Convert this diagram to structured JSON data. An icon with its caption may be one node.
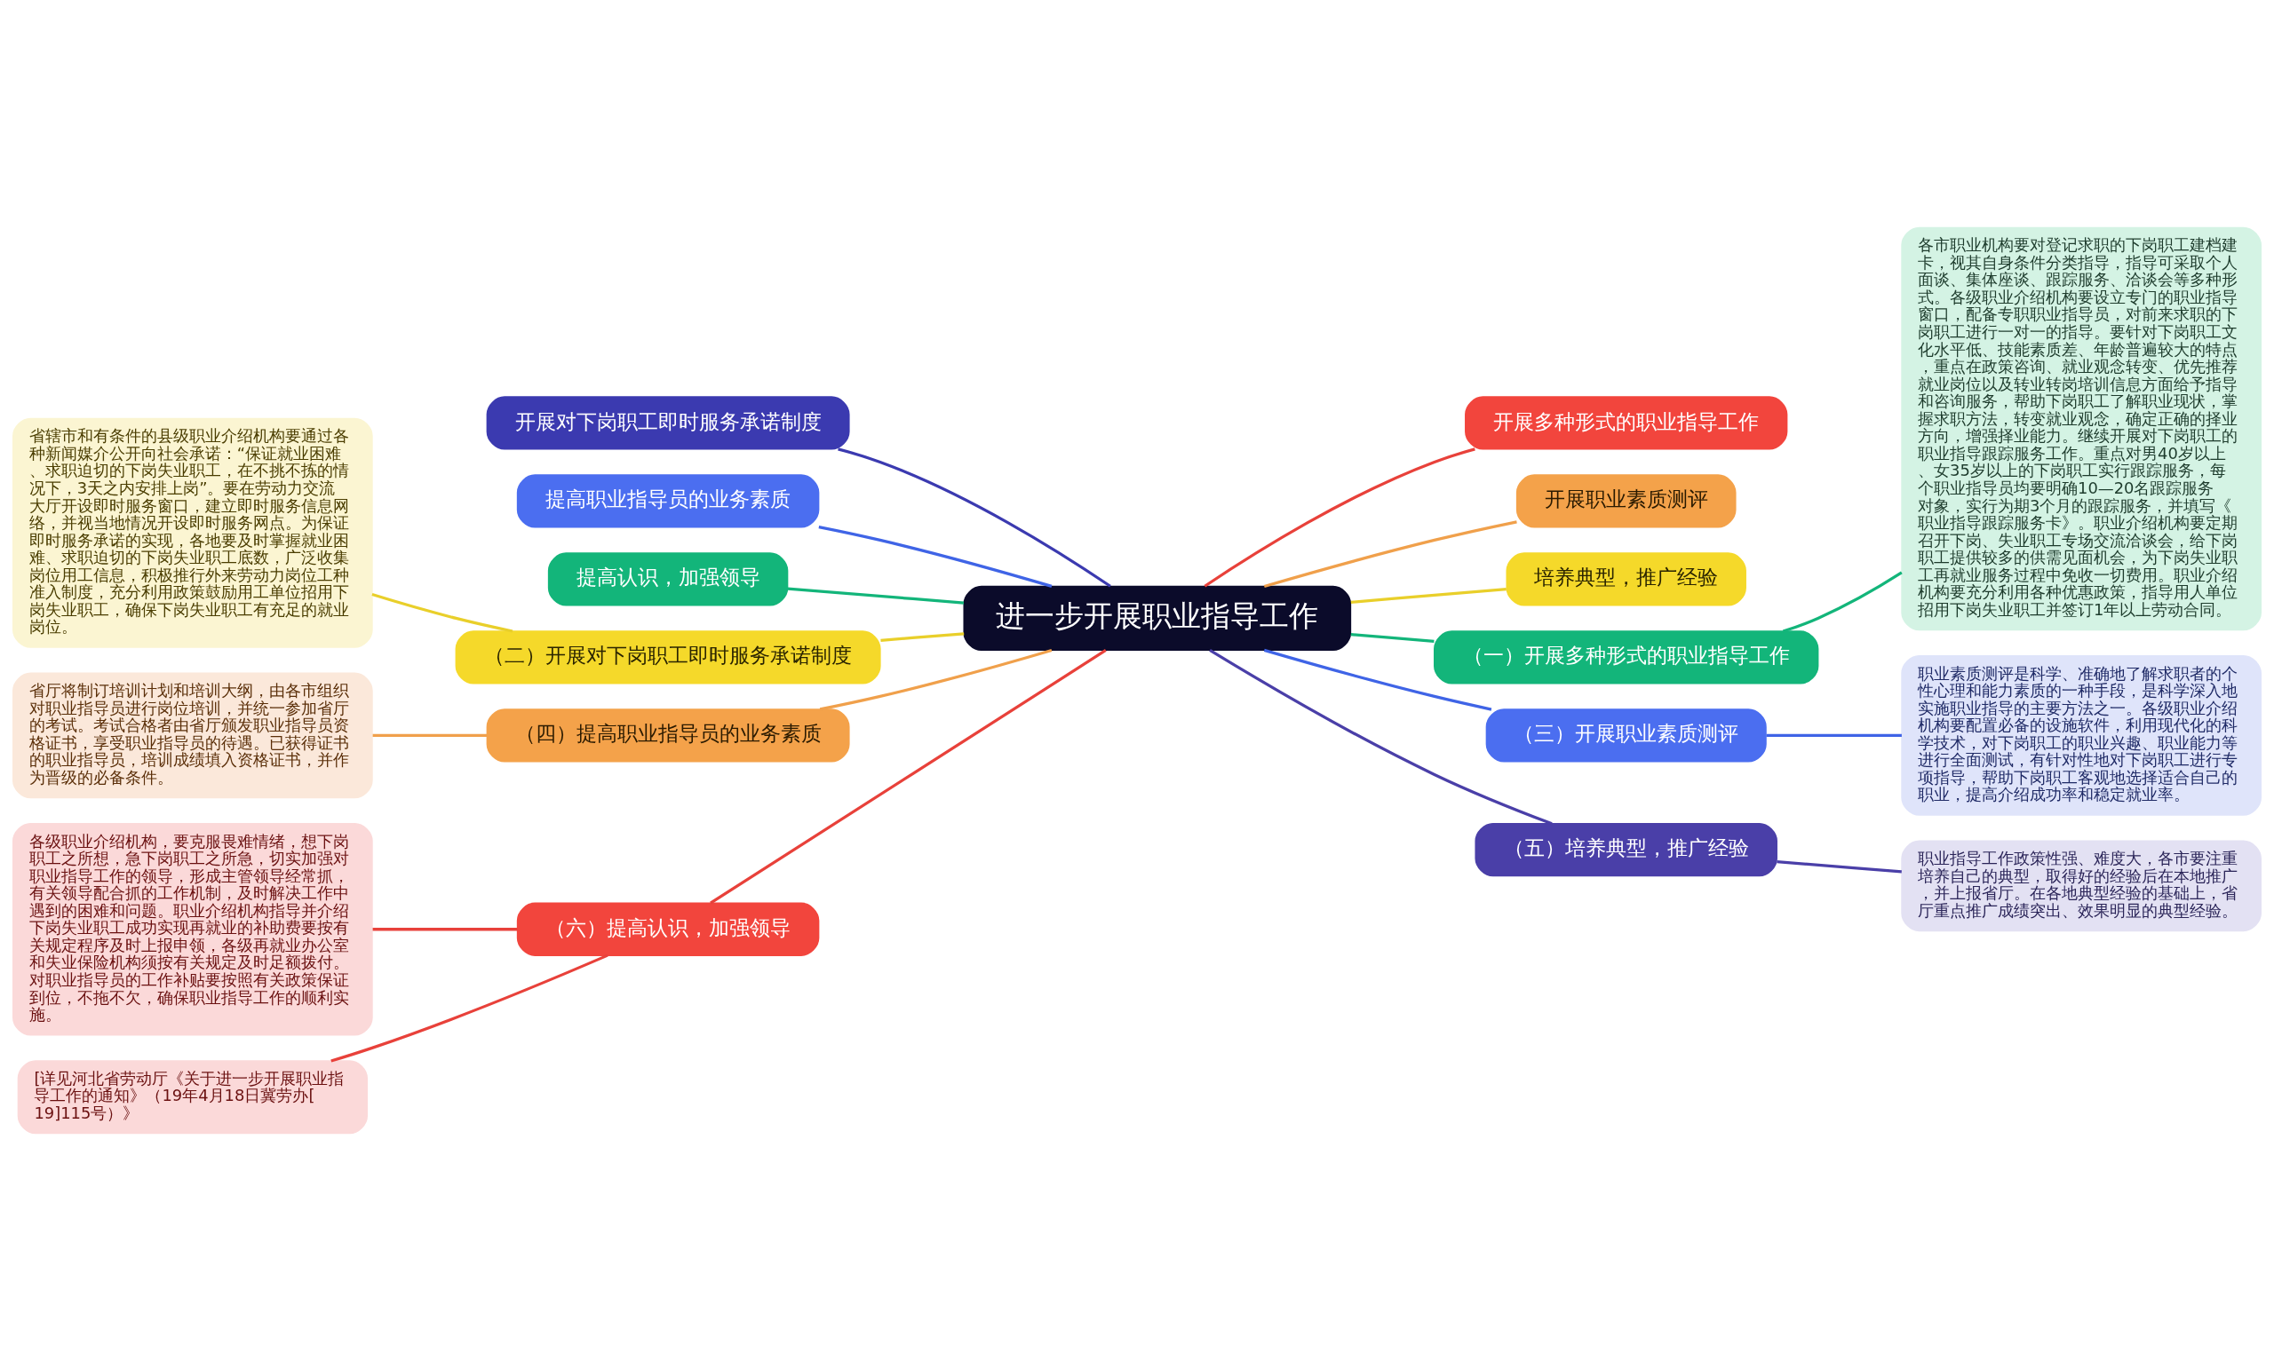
{
  "diagram": {
    "nodes": [
      {
        "text": [
          "进一步开展职业指导工作"
        ]
      },
      {
        "text": [
          "开展多种形式的职业指导工作"
        ]
      },
      {
        "text": [
          "开展职业素质测评"
        ]
      },
      {
        "text": [
          "培养典型，推广经验"
        ]
      },
      {
        "text": [
          "（一）开展多种形式的职业指导工作"
        ]
      },
      {
        "text": [
          "各市职业机构要对登记求职的下岗职工建档建卡，视其自身条件分类指导，指导可采取个人面谈、集体座谈、跟踪服务、洽谈会等多种形式。各级职业介绍机构要设立专门的职业指导窗口，配备专职职业指导员，对前来求职的下岗职工进行一对一的指导。要针对下岗职工文化水平低、技能素质差、年龄普遍较大的特点，重点在政策咨询、就业观念转变、优先推荐就业岗位以及转业转岗培训信息方面给予指导和咨询服务，帮助下岗职工了解职业现状，掌握求职方法，转变就业观念，确定正确的择业方向，增强择业能力。继续开展对下岗职工的职业指导跟踪服务工作。重点对男40岁以上、女35岁以上的下岗职工实行跟踪服务，每个职业指导员均要明确10—20名跟踪服务对象，实行为期3个月的跟踪服务，并填写《职业指导跟踪服务卡》。职业介绍机构要定期召开下岗、失业职工专场交流洽谈会，给下岗职工提供较多的供需见面机会，为下岗失业职工再就业服务过程中免收一切费用。职业介绍机构要充分利用各种优惠政策，指导用人单位招用下岗失业职工并签订1年以上劳动合同。"
        ]
      },
      {
        "text": [
          "（三）开展职业素质测评"
        ]
      },
      {
        "text": [
          "职业素质测评是科学、准确地了解求职者的个性心理和能力素质的一种手段，是科学深入地实施职业指导的主要方法之一。各级职业介绍机构要配置必备的设施软件，利用现代化的科学技术，对下岗职工的职业兴趣、职业能力等进行全面测试，有针对性地对下岗职工进行专项指导，帮助下岗职工客观地选择适合自己的职业，提高介绍成功率和稳定就业率。"
        ]
      },
      {
        "text": [
          "（五）培养典型，推广经验"
        ]
      },
      {
        "text": [
          "职业指导工作政策性强、难度大，各市要注重培养自己的典型，取得好的经验后在本地推广，并上报省厅。在各地典型经验的基础上，省厅重点推广成绩突出、效果明显的典型经验。"
        ]
      },
      {
        "text": [
          "开展对下岗职工即时服务承诺制度"
        ]
      },
      {
        "text": [
          "提高职业指导员的业务素质"
        ]
      },
      {
        "text": [
          "提高认识，加强领导"
        ]
      },
      {
        "text": [
          "（二）开展对下岗职工即时服务承诺制度"
        ]
      },
      {
        "text": [
          "省辖市和有条件的县级职业介绍机构要通过各种新闻媒介公开向社会承诺：“保证就业困难、求职迫切的下岗失业职工，在不挑不拣的情况下，3天之内安排上岗”。要在劳动力交流大厅开设即时服务窗口，建立即时服务信息网络，并视当地情况开设即时服务网点。为保证即时服务承诺的实现，各地要及时掌握就业困难、求职迫切的下岗失业职工底数，广泛收集岗位用工信息，积极推行外来劳动力岗位工种准入制度，充分利用政策鼓励用工单位招用下岗失业职工，确保下岗失业职工有充足的就业岗位。"
        ]
      },
      {
        "text": [
          "（四）提高职业指导员的业务素质"
        ]
      },
      {
        "text": [
          "省厅将制订培训计划和培训大纲，由各市组织对职业指导员进行岗位培训，并统一参加省厅的考试。考试合格者由省厅颁发职业指导员资格证书，享受职业指导员的待遇。已获得证书的职业指导员，培训成绩填入资格证书，并作为晋级的必备条件。"
        ]
      },
      {
        "text": [
          "（六）提高认识，加强领导"
        ]
      },
      {
        "text": [
          "各级职业介绍机构，要克服畏难情绪，想下岗职工之所想，急下岗职工之所急，切实加强对职业指导工作的领导，形成主管领导经常抓，有关领导配合抓的工作机制，及时解决工作中遇到的困难和问题。职业介绍机构指导并介绍下岗失业职工成功实现再就业的补助费要按有关规定程序及时上报申领，各级再就业办公室和失业保险机构须按有关规定及时足额拨付。对职业指导员的工作补贴要按照有关政策保证到位，不拖不欠，确保职业指导工作的顺利实施。"
        ]
      },
      {
        "text": [
          "[详见河北省劳动厅《关于进一步开展职业指导工作的通知》（19年4月18日冀劳办[19]115号）》"
        ]
      }
    ],
    "edges": [
      {
        "from": 0,
        "to": 1,
        "arrow": "none",
        "color": "#e8413a"
      },
      {
        "from": 0,
        "to": 2,
        "arrow": "none",
        "color": "#f0a04b"
      },
      {
        "from": 0,
        "to": 3,
        "arrow": "none",
        "color": "#e9cf2a"
      },
      {
        "from": 0,
        "to": 4,
        "arrow": "none",
        "color": "#13b57a"
      },
      {
        "from": 4,
        "to": 5,
        "arrow": "none",
        "color": "#13b57a"
      },
      {
        "from": 0,
        "to": 6,
        "arrow": "none",
        "color": "#3f64e6"
      },
      {
        "from": 6,
        "to": 7,
        "arrow": "none",
        "color": "#3f64e6"
      },
      {
        "from": 0,
        "to": 8,
        "arrow": "none",
        "color": "#4a3fa8"
      },
      {
        "from": 8,
        "to": 9,
        "arrow": "none",
        "color": "#4a3fa8"
      },
      {
        "from": 0,
        "to": 10,
        "arrow": "none",
        "color": "#3b3ab0"
      },
      {
        "from": 0,
        "to": 11,
        "arrow": "none",
        "color": "#3f64e6"
      },
      {
        "from": 0,
        "to": 12,
        "arrow": "none",
        "color": "#13b57a"
      },
      {
        "from": 0,
        "to": 13,
        "arrow": "none",
        "color": "#e9cf2a"
      },
      {
        "from": 13,
        "to": 14,
        "arrow": "none",
        "color": "#e9cf2a"
      },
      {
        "from": 0,
        "to": 15,
        "arrow": "none",
        "color": "#f0a04b"
      },
      {
        "from": 15,
        "to": 16,
        "arrow": "none",
        "color": "#f0a04b"
      },
      {
        "from": 0,
        "to": 17,
        "arrow": "none",
        "color": "#e8413a"
      },
      {
        "from": 17,
        "to": 18,
        "arrow": "none",
        "color": "#e8413a"
      },
      {
        "from": 17,
        "to": 19,
        "arrow": "none",
        "color": "#e8413a"
      }
    ]
  }
}
